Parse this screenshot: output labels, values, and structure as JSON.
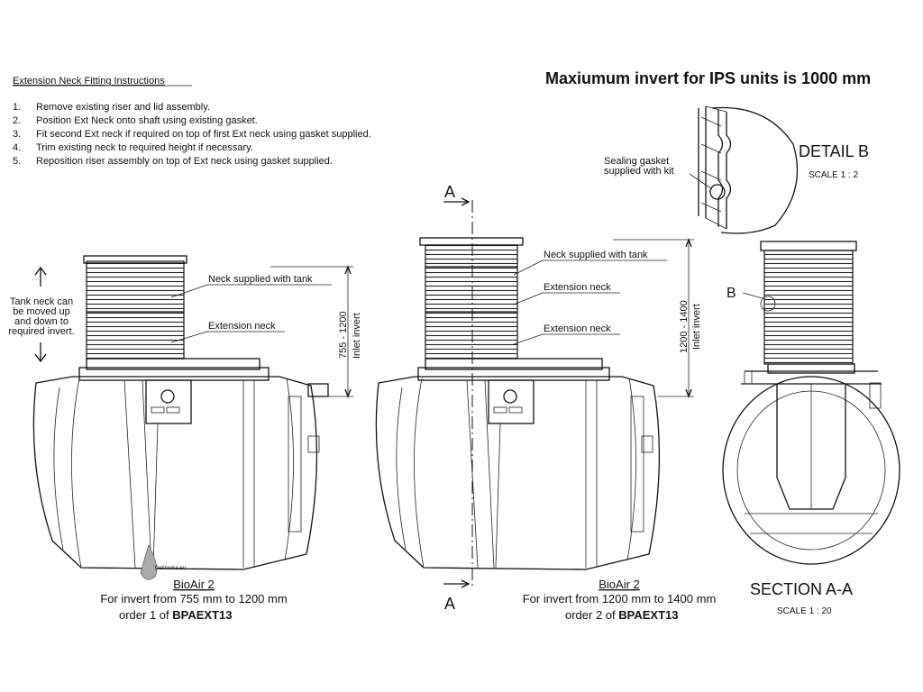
{
  "instructions": {
    "title": "Extension Neck Fitting Instructions",
    "steps": [
      "Remove existing riser and lid assembly.",
      "Position Ext Neck onto shaft using existing gasket.",
      "Fit second Ext neck if required on top of first Ext neck using gasket supplied.",
      "Trim existing neck to required height if necessary.",
      "Reposition riser assembly on top of Ext neck using gasket supplied."
    ],
    "numbers": [
      "1.",
      "2.",
      "3.",
      "4.",
      "5."
    ]
  },
  "header": {
    "max_invert": "Maxiumum invert for IPS units is 1000 mm"
  },
  "detail_b": {
    "title": "DETAIL B",
    "scale": "SCALE  1 : 2",
    "gasket_line1": "Sealing gasket",
    "gasket_line2": "supplied with kit"
  },
  "left_view": {
    "note_lines": [
      "Tank neck can",
      "be moved up",
      "and down to",
      "required invert."
    ],
    "neck_label": "Neck supplied with tank",
    "ext_label": "Extension neck",
    "dim_range": "755 - 1200",
    "dim_label": "Inlet invert",
    "model": "BioAir 2",
    "invert_line": "For invert from 755 mm to 1200 mm",
    "order_prefix": "order 1 of ",
    "order_code": "BPAEXT13",
    "watermark": "Dešťovka.eu"
  },
  "middle_view": {
    "section_letter_top": "A",
    "section_letter_bottom": "A",
    "neck_label": "Neck supplied with tank",
    "ext_label_1": "Extension neck",
    "ext_label_2": "Extension neck",
    "dim_range": "1200 - 1400",
    "dim_label": "Inlet invert",
    "model": "BioAir 2",
    "invert_line": "For invert from 1200 mm to 1400 mm",
    "order_prefix": "order 2 of ",
    "order_code": "BPAEXT13"
  },
  "section_view": {
    "detail_letter": "B",
    "title": "SECTION A-A",
    "scale": "SCALE  1 : 20"
  }
}
